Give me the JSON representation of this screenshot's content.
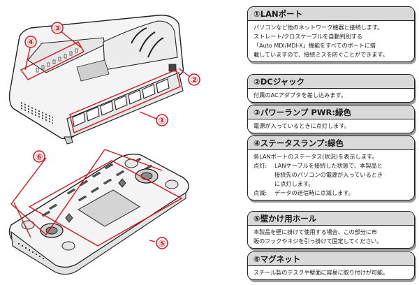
{
  "callouts": [
    "①",
    "②",
    "③",
    "④",
    "⑤",
    "⑥"
  ],
  "colors": {
    "accent_red": "#d7141e",
    "panel_header": "#d9d9d9",
    "border": "#222222"
  },
  "panels": [
    {
      "title": "①LANポート",
      "lines": [
        "パソコンなど他のネットワーク機器と接続します。",
        "ストレート/クロスケーブルを自動判別する",
        "「Auto MDI/MDI-X」機能をすべてのポートに搭",
        "載していますので、接続ミスを防ぐことができます。"
      ]
    },
    {
      "title": "②DCジャック",
      "lines": [
        "付属のACアダプタを差し込みます。"
      ]
    },
    {
      "title": "③パワーランプ PWR:緑色",
      "lines": [
        "電源が入っているときに点灯します。"
      ]
    },
    {
      "title": "④ステータスランプ:緑色",
      "intro": "各LANポートのステータス(状況)を表示します。",
      "items": [
        {
          "key": "点灯:",
          "lines": [
            "LANケーブルを接続した状態で、本製品と",
            "接続先のパソコンの電源が入っているとき",
            "に点灯します。"
          ]
        },
        {
          "key": "点滅:",
          "lines": [
            "データの送信時に点滅します。"
          ]
        }
      ]
    },
    {
      "title": "⑤壁かけ用ホール",
      "lines": [
        "本製品を壁に掛けて使用する場合、この部分に市",
        "販のフックやネジを引っ掛けて固定してください。"
      ]
    },
    {
      "title": "⑥マグネット",
      "lines": [
        "スチール製のデスクや壁面に容易に取り付けが可能。"
      ]
    }
  ]
}
